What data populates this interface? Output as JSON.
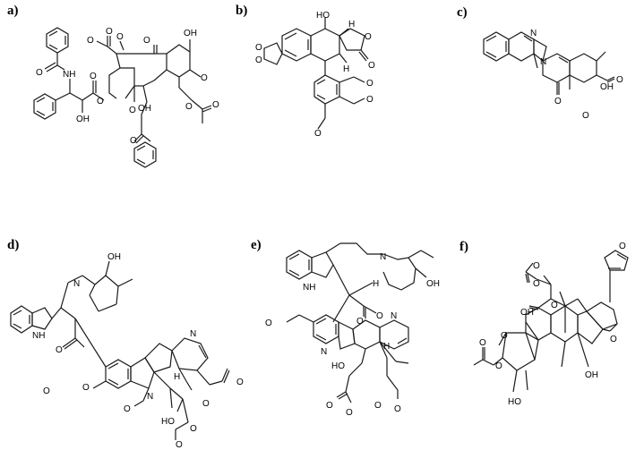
{
  "panels": [
    {
      "id": "a",
      "label": "a)",
      "atoms": [
        "O",
        "O",
        "O",
        "NH",
        "O",
        "O",
        "O",
        "OH",
        "OH",
        "O",
        "OH",
        "O",
        "O",
        "O",
        "O",
        "O"
      ]
    },
    {
      "id": "b",
      "label": "b)",
      "atoms": [
        "HO",
        "H",
        "O",
        "O",
        "O",
        "H",
        "O",
        "O",
        "O",
        "O"
      ]
    },
    {
      "id": "c",
      "label": "c)",
      "atoms": [
        "N",
        "N",
        "OH",
        "O",
        "O",
        "O"
      ]
    },
    {
      "id": "d",
      "label": "d)",
      "atoms": [
        "OH",
        "N",
        "NH",
        "O",
        "O",
        "O",
        "N",
        "H",
        "N",
        "O",
        "HO",
        "O",
        "O",
        "O",
        "O"
      ]
    },
    {
      "id": "e",
      "label": "e)",
      "atoms": [
        "N",
        "NH",
        "OH",
        "H",
        "O",
        "O",
        "O",
        "N",
        "H",
        "N",
        "HO",
        "O",
        "O",
        "O",
        "O"
      ]
    },
    {
      "id": "f",
      "label": "f)",
      "atoms": [
        "O",
        "O",
        "O",
        "O",
        "OH",
        "O",
        "O",
        "O",
        "O",
        "OH",
        "HO"
      ]
    }
  ]
}
